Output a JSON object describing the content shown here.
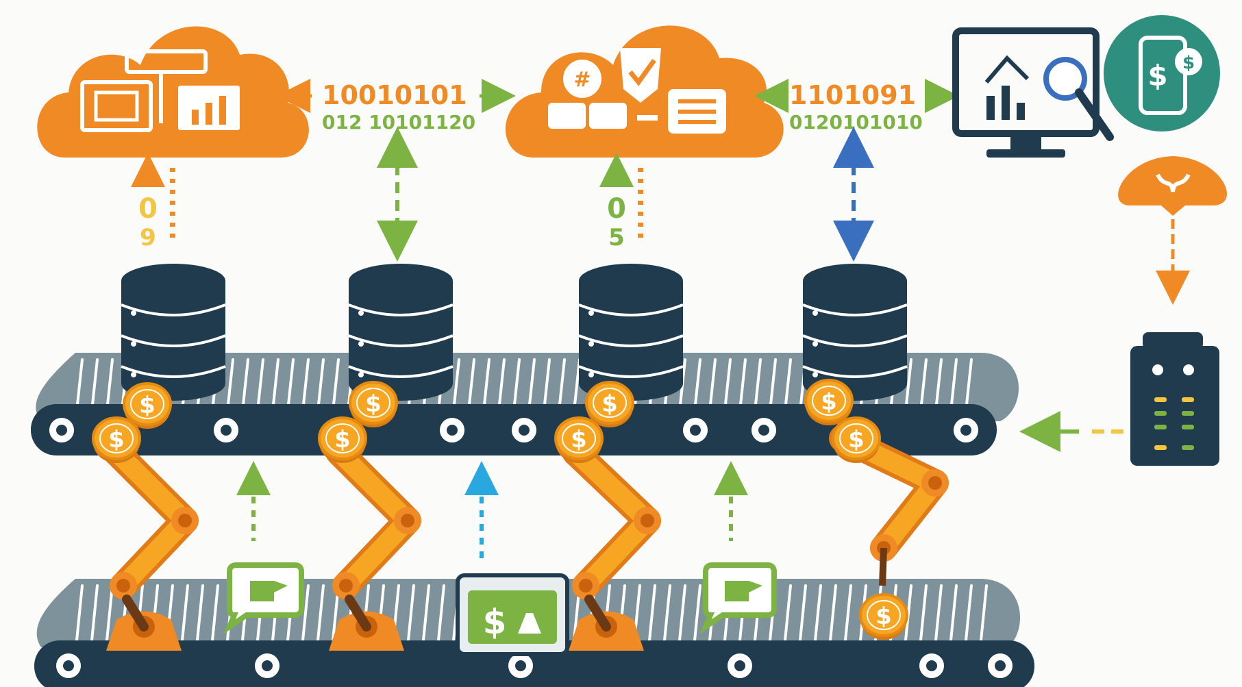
{
  "colors": {
    "orange": "#f08a24",
    "orange_light": "#f6a623",
    "navy": "#1f3b4d",
    "belt_gray": "#7e929c",
    "green": "#7cb342",
    "blue": "#3a6fc0",
    "sky": "#29a8e0",
    "teal": "#2f8f7e",
    "yellow": "#f4c542",
    "white": "#ffffff"
  },
  "binary": {
    "left_top": "10010101",
    "left_bottom": "012 10101120",
    "right_top": "1101091",
    "right_bottom": "0120101010"
  },
  "vertical_digits": {
    "col1_a": "0",
    "col1_b": "9",
    "col3_a": "0",
    "col3_b": "5"
  },
  "coin_symbol": "$",
  "icons": {
    "cloud_left": "cloud-dashboard-icon",
    "cloud_center": "cloud-security-icon",
    "monitor": "analytics-monitor-icon",
    "wallet": "payment-phone-icon",
    "brain": "brain-icon",
    "server": "server-control-box-icon"
  }
}
